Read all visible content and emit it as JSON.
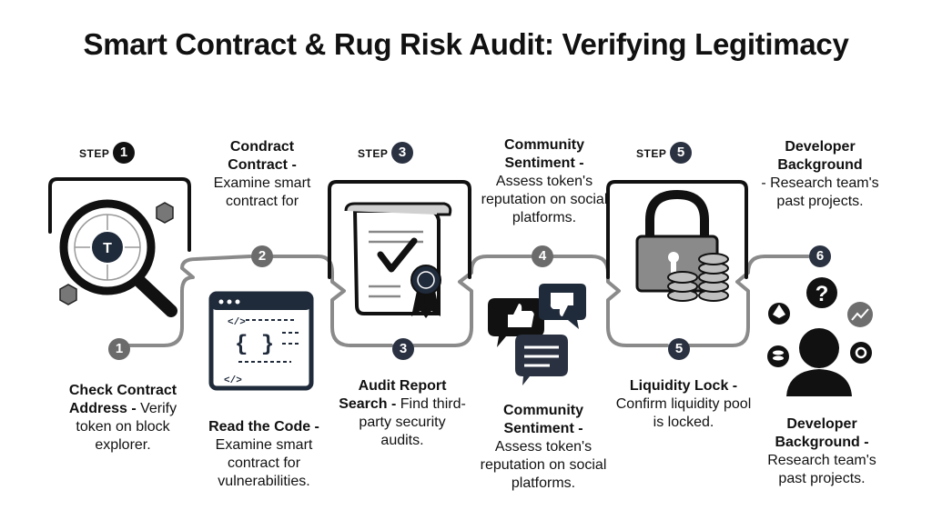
{
  "title": "Smart Contract & Rug Risk Audit: Verifying Legitimacy",
  "step_word": "STEP",
  "top_steps": [
    {
      "num": "1"
    },
    {
      "num": "3"
    },
    {
      "num": "5"
    }
  ],
  "top_captions": [
    {
      "head": "Condract Contract -",
      "body": "Examine smart contract for"
    },
    {
      "head": "Community Sentiment -",
      "body": "Assess token's reputation on social platforms."
    },
    {
      "head": "Developer Background",
      "body": "- Research team's past projects."
    }
  ],
  "nodes": [
    {
      "num": "1"
    },
    {
      "num": "2"
    },
    {
      "num": "3"
    },
    {
      "num": "4"
    },
    {
      "num": "5"
    },
    {
      "num": "6"
    }
  ],
  "bottom_captions": [
    {
      "head": "Check Contract Address -",
      "body": "Verify token on block explorer."
    },
    {
      "head": "Read the Code -",
      "body": "Examine smart contract for vulnerabilities."
    },
    {
      "head": "Audit Report Search -",
      "body": "Find third-party security audits."
    },
    {
      "head": "Community Sentiment -",
      "body": "Assess token's reputation on social platforms."
    },
    {
      "head": "Liquidity Lock -",
      "body": "Confirm liquidity pool is locked."
    },
    {
      "head": "Developer Background -",
      "body": "Research team's past projects."
    }
  ],
  "icons": {
    "magnifier_token": "T",
    "code_open": "</>",
    "code_braces": "{ }",
    "question": "?"
  }
}
